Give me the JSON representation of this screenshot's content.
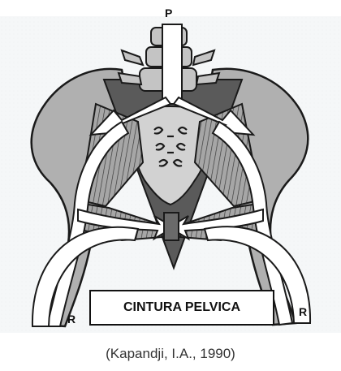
{
  "labels": {
    "top": "P",
    "bottom_left": "R",
    "bottom_right": "R"
  },
  "title_box": "CINTURA PELVICA",
  "citation": "(Kapandji, I.A., 1990)",
  "colors": {
    "bone": "#b3b3b3",
    "bone_dark": "#8e8e8e",
    "outline": "#1a1a1a",
    "arrow_fill": "#ffffff",
    "triangle": "#5a5a5a"
  }
}
